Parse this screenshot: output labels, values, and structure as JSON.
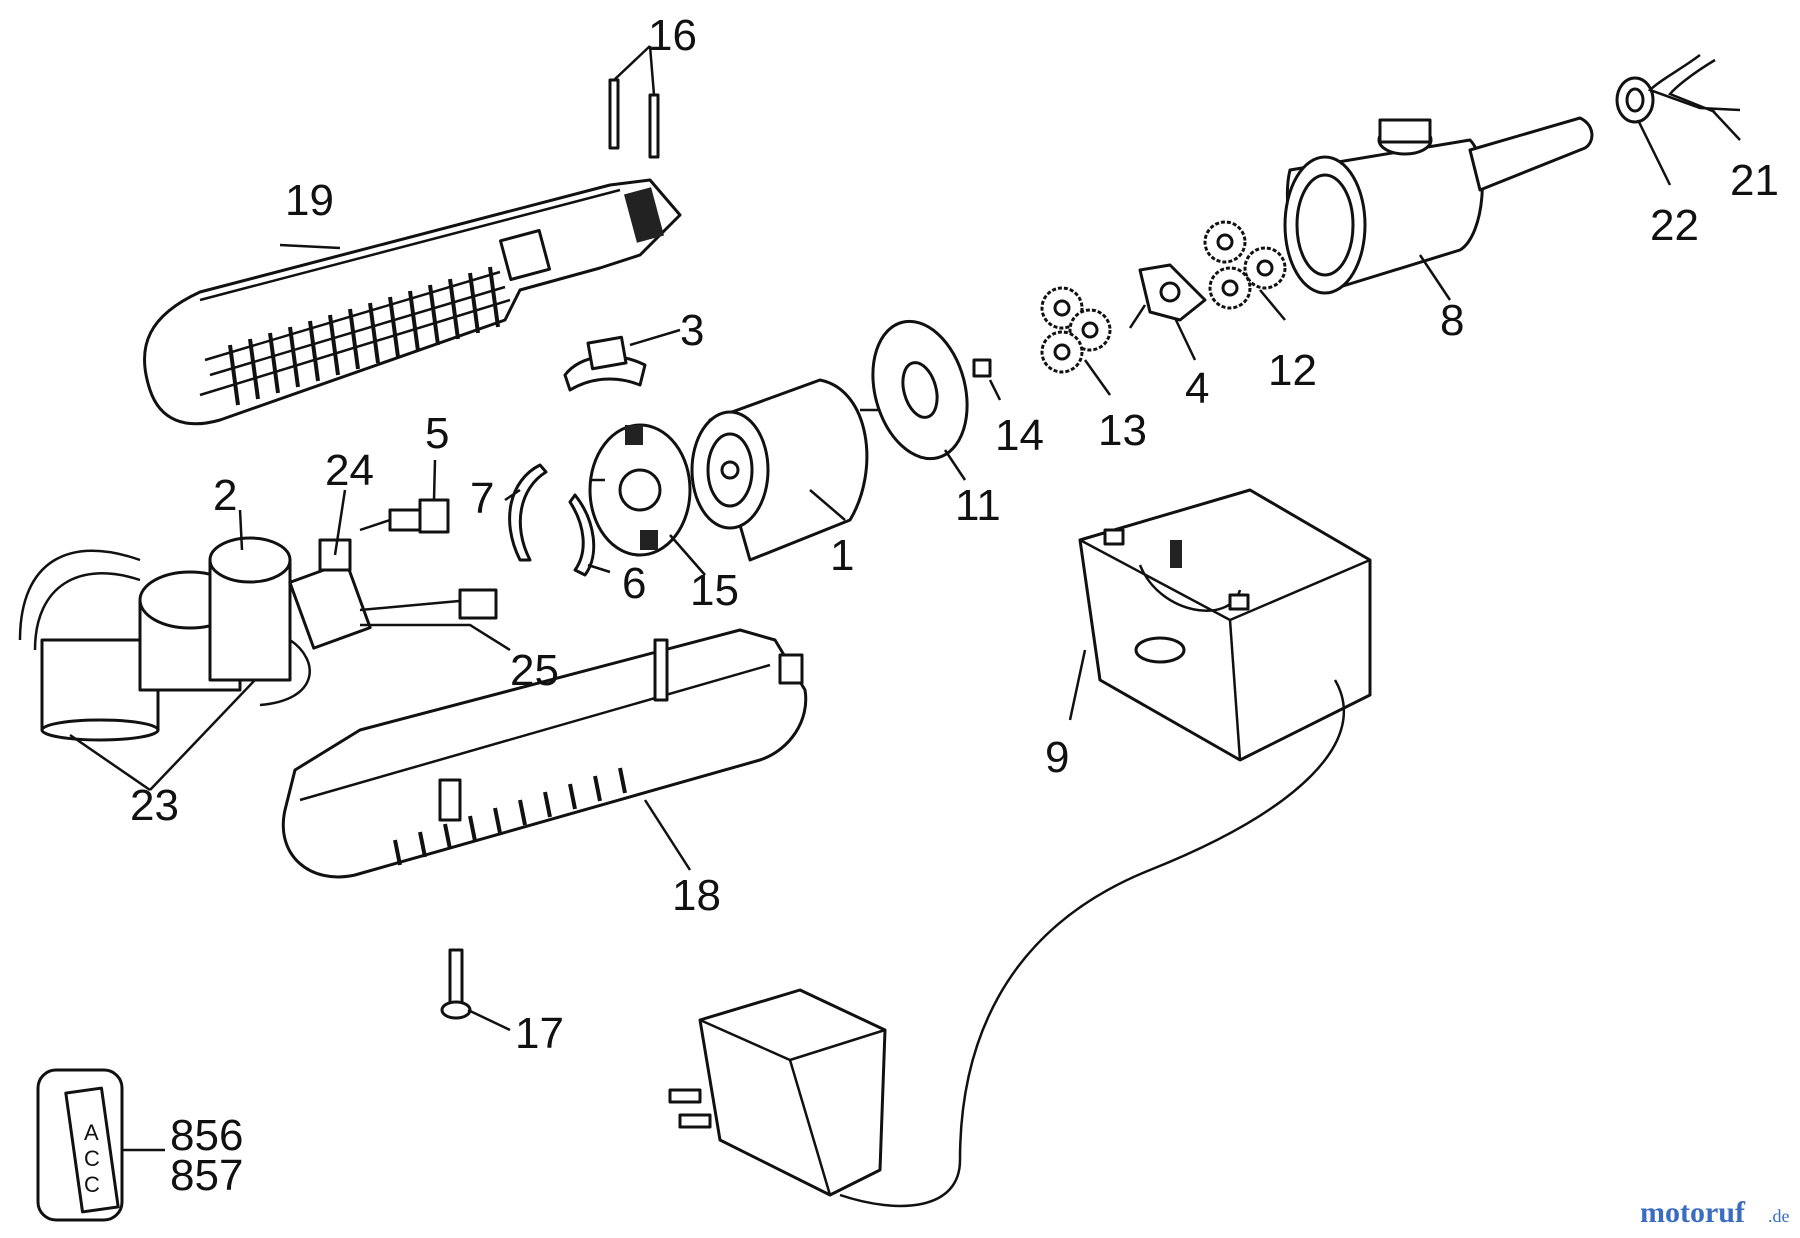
{
  "parts": [
    {
      "id": "p1",
      "label": "1"
    },
    {
      "id": "p2",
      "label": "2"
    },
    {
      "id": "p3",
      "label": "3"
    },
    {
      "id": "p4",
      "label": "4"
    },
    {
      "id": "p5",
      "label": "5"
    },
    {
      "id": "p6",
      "label": "6"
    },
    {
      "id": "p7",
      "label": "7"
    },
    {
      "id": "p8",
      "label": "8"
    },
    {
      "id": "p9",
      "label": "9"
    },
    {
      "id": "p11",
      "label": "11"
    },
    {
      "id": "p12",
      "label": "12"
    },
    {
      "id": "p13",
      "label": "13"
    },
    {
      "id": "p14",
      "label": "14"
    },
    {
      "id": "p15",
      "label": "15"
    },
    {
      "id": "p16",
      "label": "16"
    },
    {
      "id": "p17",
      "label": "17"
    },
    {
      "id": "p18",
      "label": "18"
    },
    {
      "id": "p19",
      "label": "19"
    },
    {
      "id": "p21",
      "label": "21"
    },
    {
      "id": "p22",
      "label": "22"
    },
    {
      "id": "p23",
      "label": "23"
    },
    {
      "id": "p24",
      "label": "24"
    },
    {
      "id": "p25",
      "label": "25"
    }
  ],
  "accessory": {
    "codes": [
      "856",
      "857"
    ],
    "letters": [
      "A",
      "C",
      "C"
    ]
  },
  "watermark": {
    "brand": "motoruf",
    "tld": ".de",
    "color": "#3a6cc0"
  }
}
